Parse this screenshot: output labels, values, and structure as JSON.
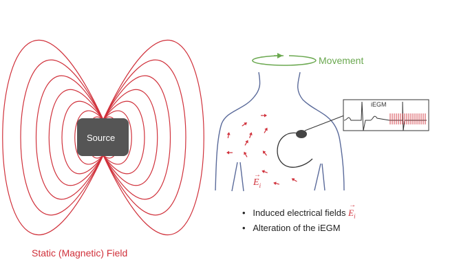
{
  "source_label": "Source",
  "field_label": "Static (Magnetic) Field",
  "movement_label": "Movement",
  "iegm_label": "iEGM",
  "efield_symbol": "E",
  "efield_sub": "i",
  "bullets": [
    "Induced electrical fields",
    "Alteration of the iEGM"
  ],
  "colors": {
    "field": "#d0303a",
    "movement": "#6aa84f",
    "body": "#5a6a9a",
    "text": "#222222"
  }
}
